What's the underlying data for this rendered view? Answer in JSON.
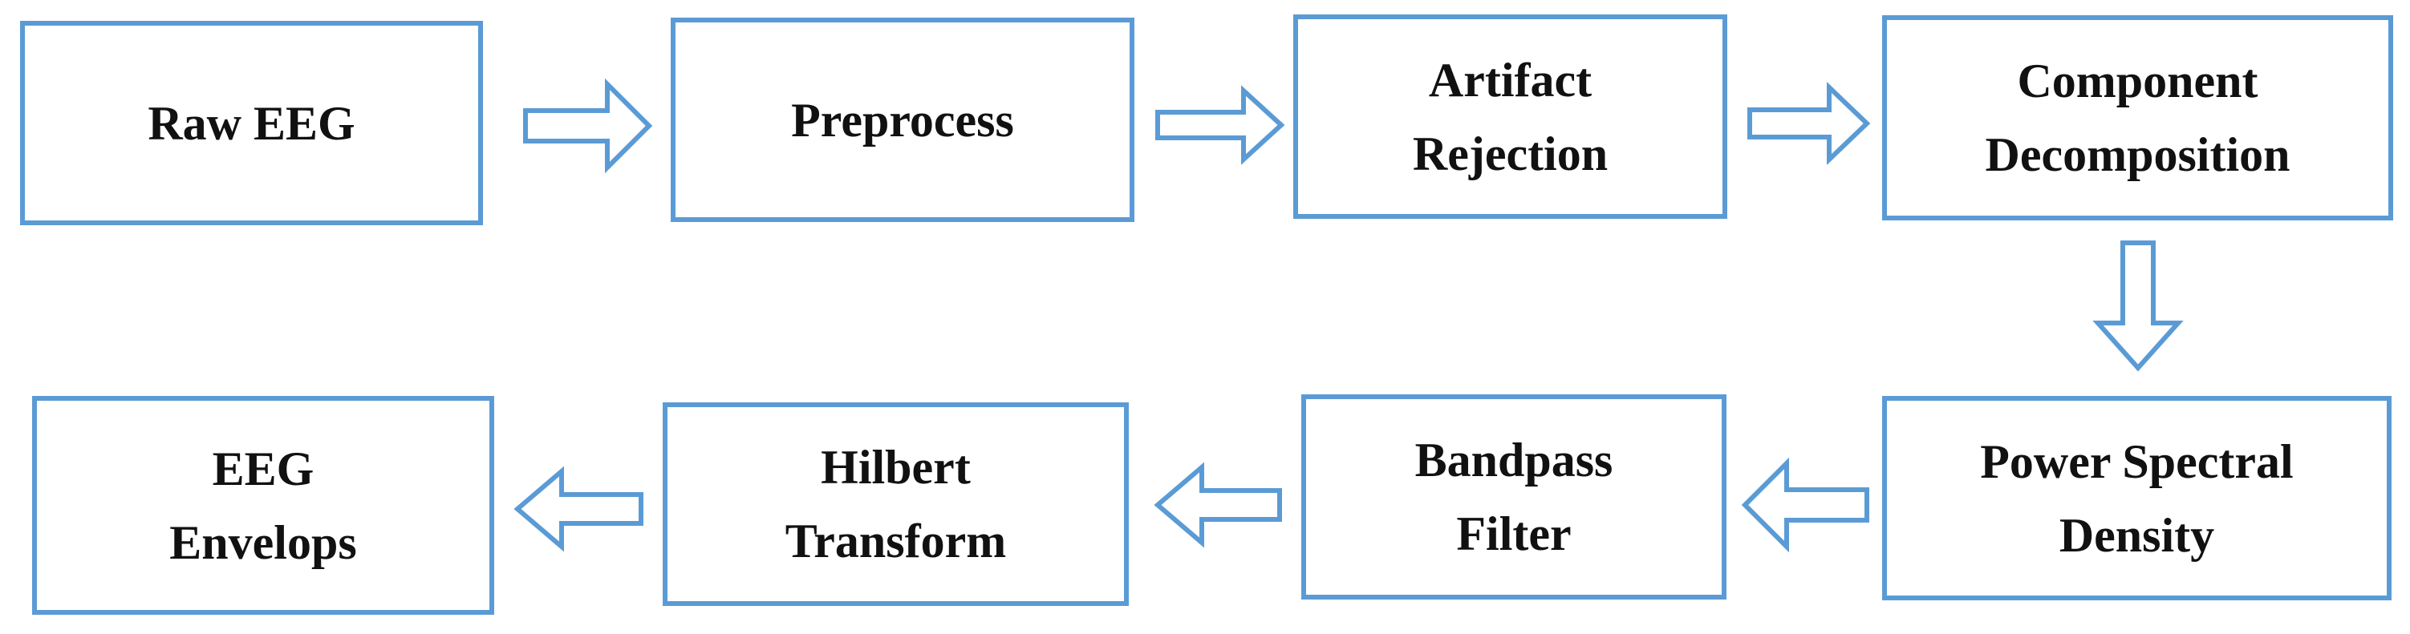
{
  "diagram": {
    "colors": {
      "border": "#5b9bd5",
      "arrow_outline": "#5b9bd5",
      "arrow_fill": "#ffffff",
      "text": "#111111"
    },
    "boxes": [
      {
        "id": "raw-eeg",
        "label": "Raw EEG"
      },
      {
        "id": "preprocess",
        "label": "Preprocess"
      },
      {
        "id": "artifact-rejection",
        "label": "Artifact\nRejection"
      },
      {
        "id": "component-decomposition",
        "label": "Component\nDecomposition"
      },
      {
        "id": "power-spectral-density",
        "label": "Power Spectral\nDensity"
      },
      {
        "id": "bandpass-filter",
        "label": "Bandpass\nFilter"
      },
      {
        "id": "hilbert-transform",
        "label": "Hilbert\nTransform"
      },
      {
        "id": "eeg-envelops",
        "label": "EEG\nEnvelops"
      }
    ],
    "arrows": [
      {
        "from": "raw-eeg",
        "to": "preprocess",
        "direction": "right"
      },
      {
        "from": "preprocess",
        "to": "artifact-rejection",
        "direction": "right"
      },
      {
        "from": "artifact-rejection",
        "to": "component-decomposition",
        "direction": "right"
      },
      {
        "from": "component-decomposition",
        "to": "power-spectral-density",
        "direction": "down"
      },
      {
        "from": "power-spectral-density",
        "to": "bandpass-filter",
        "direction": "left"
      },
      {
        "from": "bandpass-filter",
        "to": "hilbert-transform",
        "direction": "left"
      },
      {
        "from": "hilbert-transform",
        "to": "eeg-envelops",
        "direction": "left"
      }
    ]
  }
}
